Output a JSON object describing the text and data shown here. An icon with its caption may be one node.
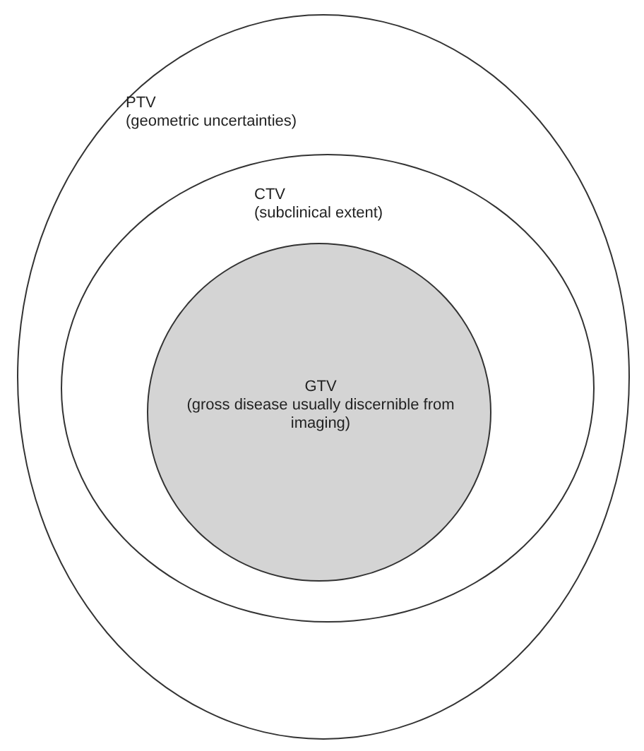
{
  "diagram": {
    "nodes": [
      {
        "text": [
          "PTV",
          "(geometric uncertainties)"
        ]
      },
      {
        "text": [
          "CTV",
          "(subclinical extent)"
        ],
        "in": 0
      },
      {
        "text": [
          "GTV",
          "(gross disease usually discernible from imaging)"
        ],
        "in": 1
      }
    ]
  }
}
